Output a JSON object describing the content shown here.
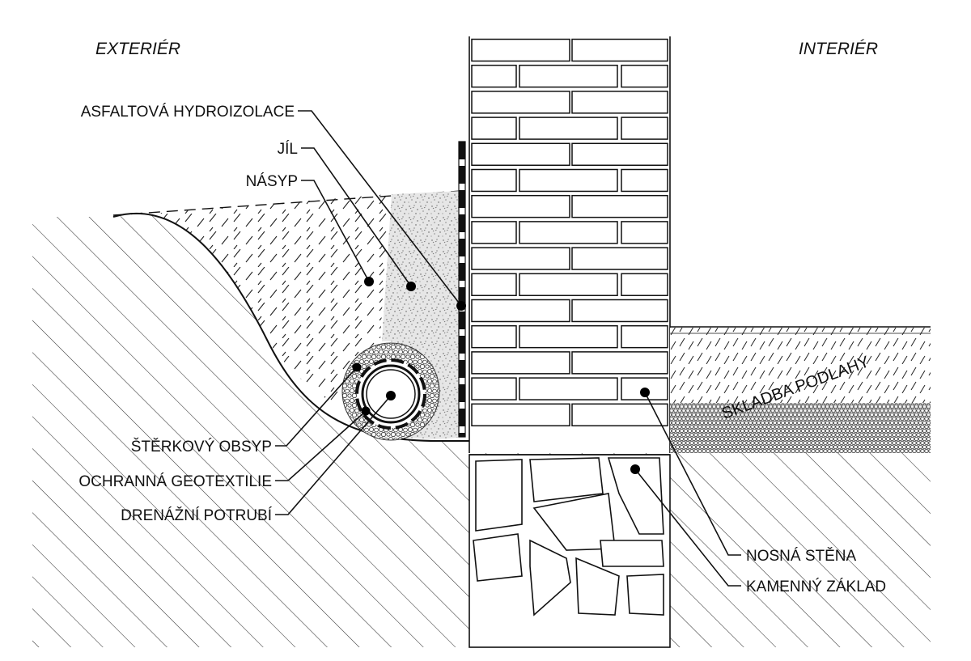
{
  "sides": {
    "exterior": "EXTERIÉR",
    "interior": "INTERIÉR"
  },
  "labels": {
    "asphalt_waterproofing": "ASFALTOVÁ HYDROIZOLACE",
    "clay": "JÍL",
    "backfill": "NÁSYP",
    "gravel_bed": "ŠTĚRKOVÝ OBSYP",
    "geotextile": "OCHRANNÁ GEOTEXTILIE",
    "drain_pipe": "DRENÁŽNÍ POTRUBÍ",
    "load_bearing_wall": "NOSNÁ STĚNA",
    "stone_foundation": "KAMENNÝ ZÁKLAD",
    "floor_composition": "SKLADBA PODLAHY"
  }
}
